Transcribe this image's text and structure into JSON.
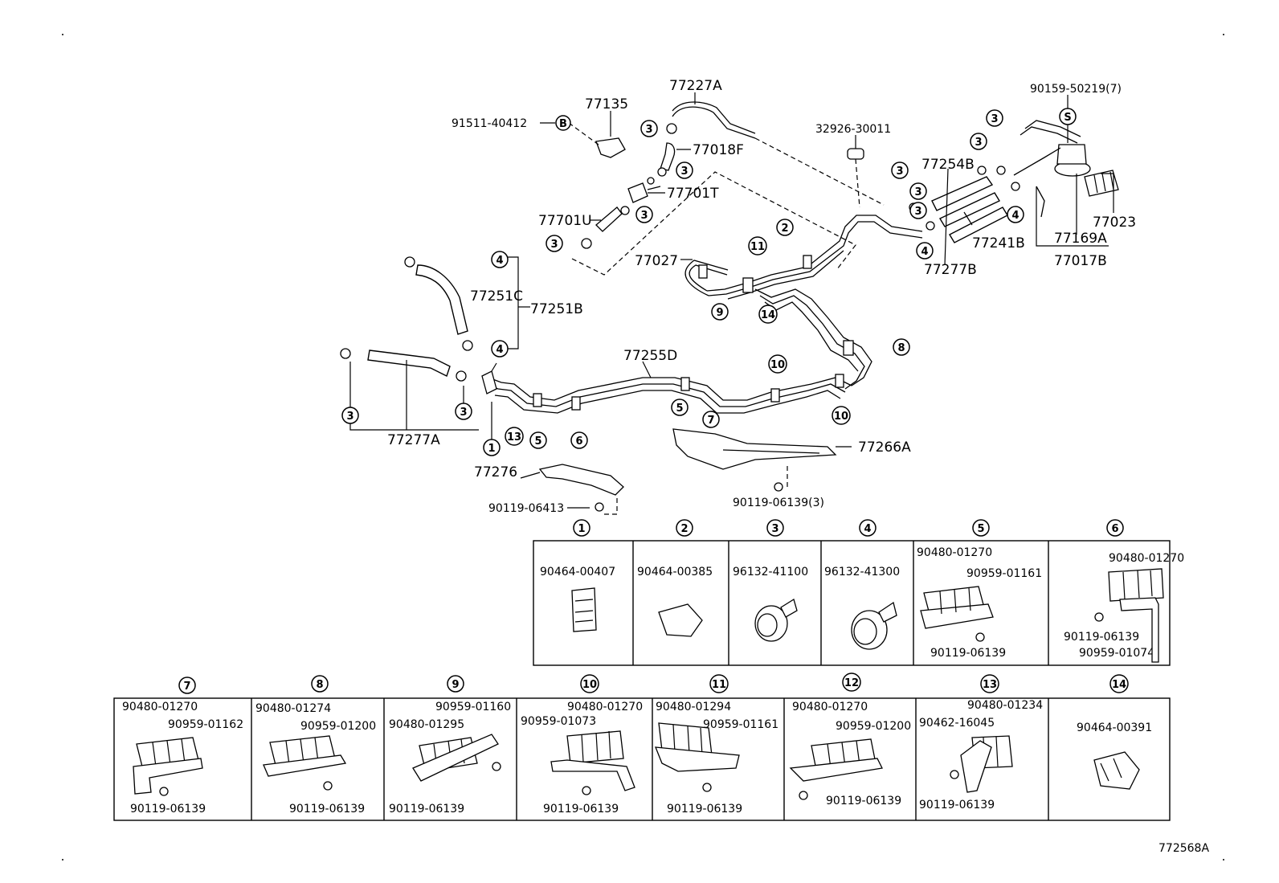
{
  "diagram_id": "772568A",
  "main_labels": {
    "p77227A": "77227A",
    "p77135": "77135",
    "p91511": "91511-40412",
    "p77018F": "77018F",
    "p77701T": "77701T",
    "p77701U": "77701U",
    "p32926": "32926-30011",
    "p90159": "90159-50219(7)",
    "p77254B": "77254B",
    "p77241B": "77241B",
    "p77277B": "77277B",
    "p77023": "77023",
    "p77169A": "77169A",
    "p77017B": "77017B",
    "p77027": "77027",
    "p77251C": "77251C",
    "p77251B": "77251B",
    "p77255D": "77255D",
    "p77277A": "77277A",
    "p77266A": "77266A",
    "p77276": "77276",
    "p90119a": "90119-06413",
    "p90119b": "90119-06139(3)"
  },
  "markers": {
    "B": "B",
    "S": "S"
  },
  "callouts": {
    "c1": "1",
    "c2": "2",
    "c3": "3",
    "c4": "4",
    "c5": "5",
    "c6": "6",
    "c7": "7",
    "c8": "8",
    "c9": "9",
    "c10": "10",
    "c11": "11",
    "c12": "12",
    "c13": "13",
    "c14": "14"
  },
  "table_top": [
    {
      "num": "1",
      "parts": [
        "90464-00407"
      ]
    },
    {
      "num": "2",
      "parts": [
        "90464-00385"
      ]
    },
    {
      "num": "3",
      "parts": [
        "96132-41100"
      ]
    },
    {
      "num": "4",
      "parts": [
        "96132-41300"
      ]
    },
    {
      "num": "5",
      "parts": [
        "90480-01270",
        "90959-01161",
        "90119-06139"
      ]
    },
    {
      "num": "6",
      "parts": [
        "90480-01270",
        "90119-06139",
        "90959-01074"
      ]
    }
  ],
  "table_bottom": [
    {
      "num": "7",
      "parts": [
        "90480-01270",
        "90959-01162",
        "90119-06139"
      ]
    },
    {
      "num": "8",
      "parts": [
        "90480-01274",
        "90959-01200",
        "90119-06139"
      ]
    },
    {
      "num": "9",
      "parts": [
        "90959-01160",
        "90480-01295",
        "90119-06139"
      ]
    },
    {
      "num": "10",
      "parts": [
        "90480-01270",
        "90959-01073",
        "90119-06139"
      ]
    },
    {
      "num": "11",
      "parts": [
        "90480-01294",
        "90959-01161",
        "90119-06139"
      ]
    },
    {
      "num": "12",
      "parts": [
        "90480-01270",
        "90959-01200",
        "90119-06139"
      ]
    },
    {
      "num": "13",
      "parts": [
        "90480-01234",
        "90462-16045",
        "90119-06139"
      ]
    },
    {
      "num": "14",
      "parts": [
        "90464-00391"
      ]
    }
  ]
}
